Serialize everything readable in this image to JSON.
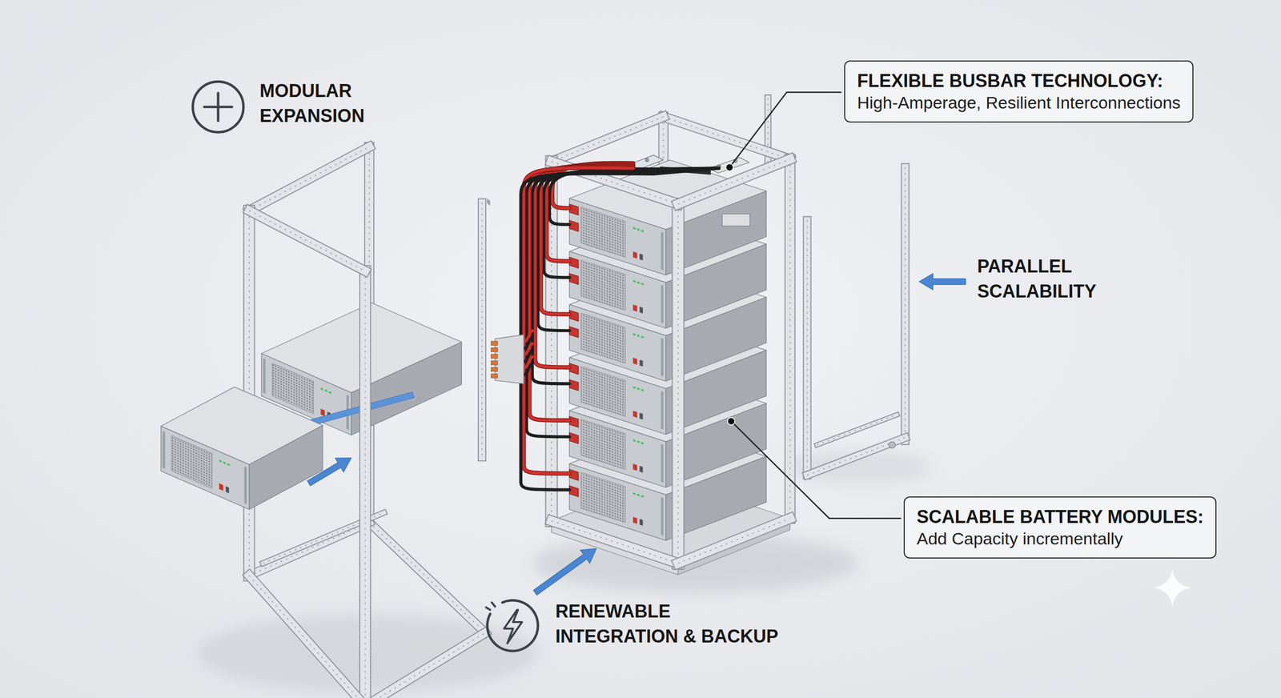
{
  "diagram": {
    "nodes": [
      {
        "text": [
          "FLEXIBLE BUSBAR TECHNOLOGY:",
          "High-Amperage, Resilient Interconnections"
        ]
      },
      {
        "text": [
          "SCALABLE BATTERY MODULES:",
          "Add Capacity incrementally"
        ]
      }
    ],
    "labels": [
      "MODULAR EXPANSION",
      "PARALLEL SCALABILITY",
      "RENEWABLE INTEGRATION & BACKUP"
    ]
  }
}
